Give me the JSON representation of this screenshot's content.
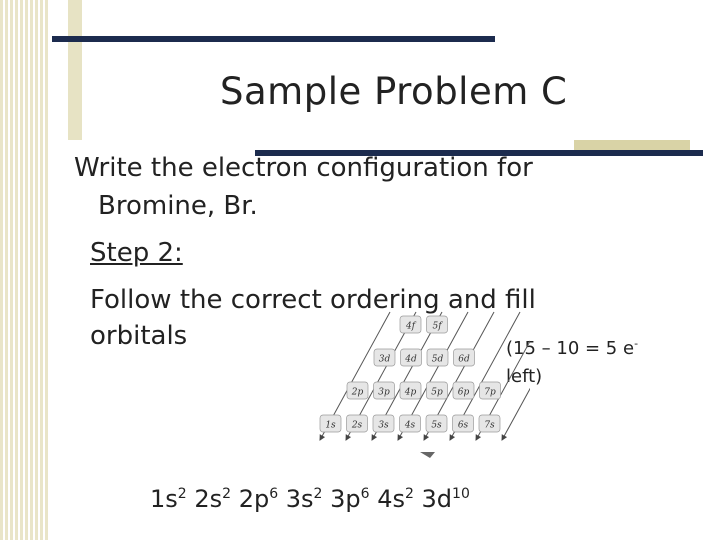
{
  "slide": {
    "title": "Sample Problem C",
    "prompt_line1": "Write the electron configuration for",
    "prompt_line2": "Bromine, Br.",
    "step_label": "Step 2:",
    "instruction_line1": "Follow the correct ordering and fill",
    "instruction_line2": "orbitals",
    "note": {
      "part1": "(15 – 10 = 5 e",
      "superscript": "-",
      "part2": "left)"
    },
    "configuration": [
      {
        "orbital": "1s",
        "electrons": "2"
      },
      {
        "orbital": "2s",
        "electrons": "2"
      },
      {
        "orbital": "2p",
        "electrons": "6"
      },
      {
        "orbital": "3s",
        "electrons": "2"
      },
      {
        "orbital": "3p",
        "electrons": "6"
      },
      {
        "orbital": "4s",
        "electrons": "2"
      },
      {
        "orbital": "3d",
        "electrons": "10"
      }
    ]
  },
  "diagram": {
    "rows": [
      [
        "4f",
        "5f"
      ],
      [
        "3d",
        "4d",
        "5d",
        "6d"
      ],
      [
        "2p",
        "3p",
        "4p",
        "5p",
        "6p",
        "7p"
      ],
      [
        "1s",
        "2s",
        "3s",
        "4s",
        "5s",
        "6s",
        "7s"
      ]
    ]
  }
}
